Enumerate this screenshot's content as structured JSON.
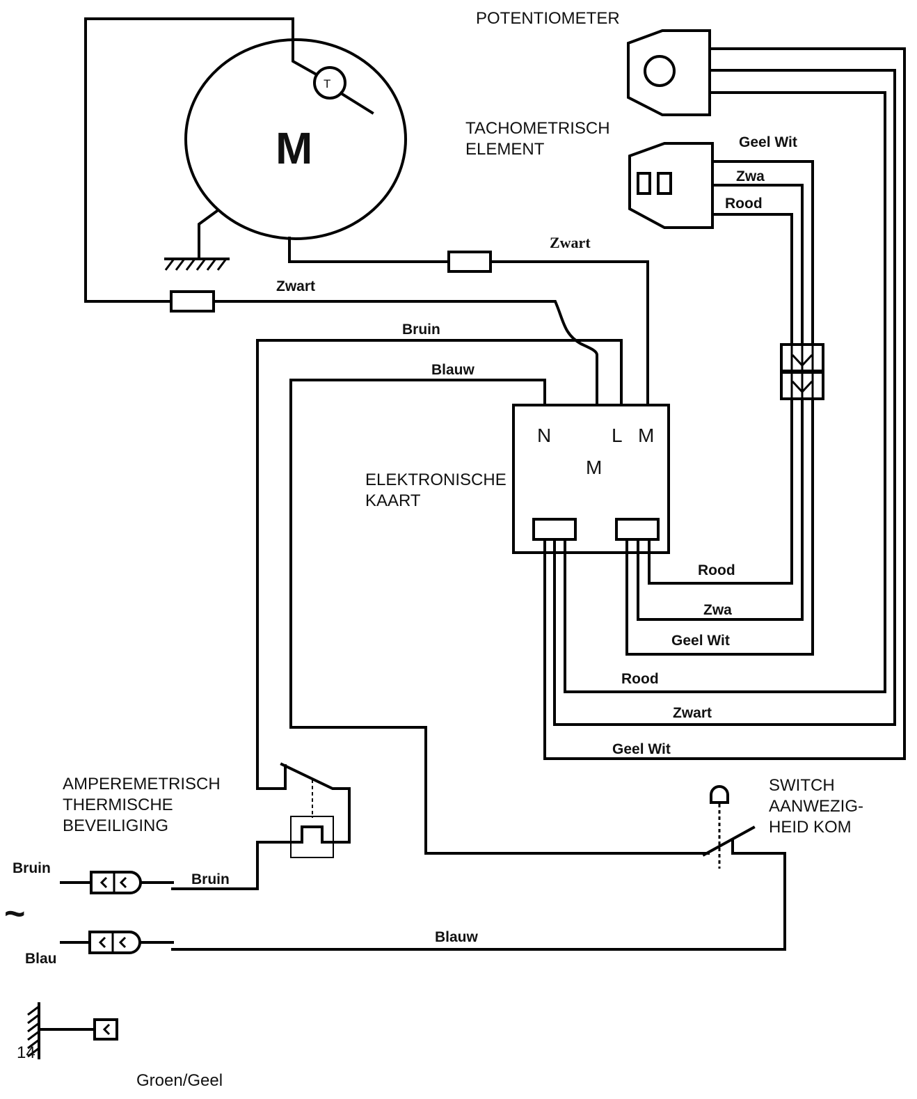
{
  "components": {
    "motor": {
      "symbol": "M",
      "thermal_symbol": "T"
    },
    "potentiometer": {
      "title": "POTENTIOMETER"
    },
    "tacho": {
      "title_line1": "TACHOMETRISCH",
      "title_line2": "ELEMENT"
    },
    "board": {
      "title_line1": "ELEKTRONISCHE",
      "title_line2": "KAART",
      "terminals": {
        "n": "N",
        "l": "L",
        "m_top": "M",
        "m_inner": "M"
      }
    },
    "protection": {
      "line1": "AMPEREMETRISCH",
      "line2": "THERMISCHE",
      "line3": "BEVEILIGING"
    },
    "switch": {
      "line1": "SWITCH",
      "line2": "AANWEZIG-",
      "line3": "HEID KOM"
    }
  },
  "wires": {
    "motor_to_board": "Zwart",
    "motor_to_board_2": "Zwart",
    "line_bruin": "Bruin",
    "line_blauw": "Blauw",
    "tacho_top": "Geel  Wit",
    "tacho_mid": "Zwa",
    "tacho_bottom": "Rood",
    "board_rood": "Rood",
    "board_zwa": "Zwa",
    "board_geelwit": "Geel  Wit",
    "pot_rood": "Rood",
    "pot_zwart": "Zwart",
    "pot_geelwit": "Geel  Wit",
    "supply_bruin": "Bruin",
    "supply_blauw": "Blauw"
  },
  "mains": {
    "bruin": "Bruin",
    "tilde": "~",
    "blau": "Blau",
    "earth": "Groen/Geel"
  },
  "page_number": "14"
}
